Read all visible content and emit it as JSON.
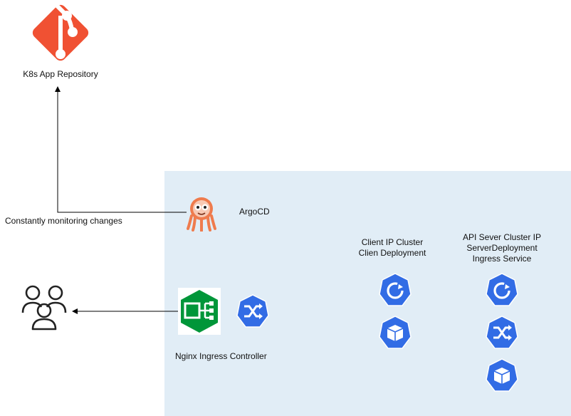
{
  "repository": {
    "label": "K8s App Repository",
    "icon": "git-icon",
    "color": "#f05133"
  },
  "monitor": {
    "label": "Constantly monitoring changes"
  },
  "argocd": {
    "label": "ArgoCD",
    "icon": "argocd-octopus-icon",
    "color": "#ef7b4d"
  },
  "users": {
    "icon": "users-group-icon"
  },
  "nginx": {
    "label": "Nginx Ingress Controller",
    "icon": "nginx-icon",
    "color": "#009639",
    "service_icon": "k8s-service-icon"
  },
  "client": {
    "line1": "Client IP Cluster",
    "line2": "Clien Deployment",
    "icons": [
      "k8s-deployment-icon",
      "k8s-pod-icon"
    ]
  },
  "api": {
    "line1": "API Sever Cluster IP",
    "line2": "ServerDeployment",
    "line3": "Ingress Service",
    "icons": [
      "k8s-deployment-icon",
      "k8s-service-icon",
      "k8s-pod-icon"
    ]
  },
  "colors": {
    "k8s_blue": "#326ce5",
    "cluster_bg": "#e1edf6"
  }
}
